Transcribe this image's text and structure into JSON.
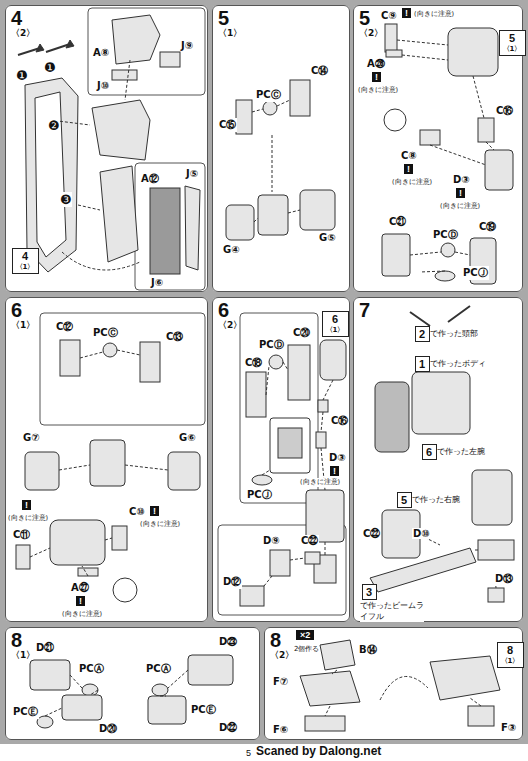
{
  "diagram": {
    "nodes": [
      {
        "text": [
          "4",
          "〈2〉"
        ]
      },
      {
        "text": [
          "4",
          "〈1〉"
        ],
        "in": 0
      },
      {
        "text": [
          "5",
          "〈1〉"
        ]
      },
      {
        "text": [
          "5",
          "〈2〉"
        ]
      },
      {
        "text": [
          "5",
          "〈1〉"
        ],
        "in": 3
      },
      {
        "text": [
          "6",
          "〈1〉"
        ]
      },
      {
        "text": [
          "6",
          "〈2〉"
        ]
      },
      {
        "text": [
          "6",
          "〈1〉"
        ],
        "in": 6
      },
      {
        "text": [
          "7"
        ]
      },
      {
        "text": [
          "2"
        ],
        "in": 8
      },
      {
        "text": [
          "1"
        ],
        "in": 8
      },
      {
        "text": [
          "6"
        ],
        "in": 8
      },
      {
        "text": [
          "5"
        ],
        "in": 8
      },
      {
        "text": [
          "3"
        ],
        "in": 8
      },
      {
        "text": [
          "8",
          "〈1〉"
        ]
      },
      {
        "text": [
          "8",
          "〈2〉"
        ]
      },
      {
        "text": [
          "8",
          "〈1〉"
        ],
        "in": 15
      }
    ],
    "labels": [
      "A⑧",
      "J⑨",
      "J⑩",
      "❶",
      "❶",
      "❷",
      "❸",
      "A⑫",
      "J⑤",
      "J⑥",
      "C⑮",
      "PCⒸ",
      "C⑭",
      "G④",
      "G⑤",
      "C⑨",
      "!",
      "(向きに注意)",
      "A㉖",
      "!",
      "(向きに注意)",
      "C⑯",
      "C⑧",
      "!",
      "(向きに注意)",
      "D③",
      "!",
      "(向きに注意)",
      "C㉑",
      "PCⒹ",
      "C⑲",
      "PCⒿ",
      "C⑫",
      "PCⒸ",
      "C⑬",
      "G⑦",
      "G⑥",
      "!",
      "(向きに注意)",
      "C⑪",
      "C⑩",
      "!",
      "(向きに注意)",
      "A㉗",
      "!",
      "(向きに注意)",
      "C⑳",
      "PCⒹ",
      "C⑱",
      "PCⒿ",
      "C⑯",
      "D③",
      "!",
      "(向きに注意)",
      "D⑫",
      "D⑨",
      "C㉒",
      "で作った頭部",
      "で作ったボディ",
      "で作った左腕",
      "で作った右腕",
      "C㉒",
      "D⑩",
      "D⑬",
      "で作ったビームライフル",
      "D㉑",
      "PCⒶ",
      "PCⒺ",
      "D⑳",
      "PCⒶ",
      "D㉓",
      "PCⒺ",
      "D㉒",
      "×2",
      "2個作る",
      "B⑭",
      "F⑦",
      "F⑥",
      "F③",
      "5",
      "Scaned by Dalong.net"
    ]
  }
}
